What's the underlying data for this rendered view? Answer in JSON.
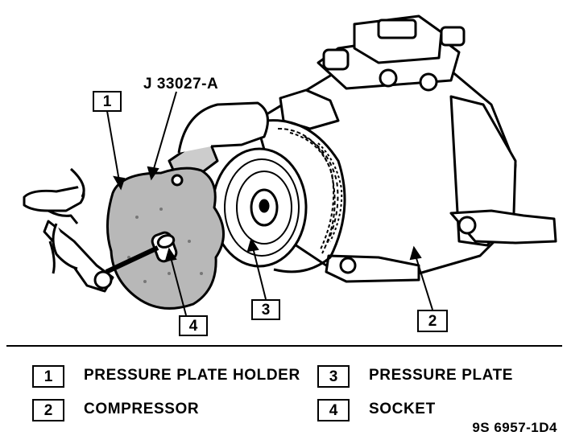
{
  "tool_label": "J 33027-A",
  "callouts": {
    "c1": "1",
    "c2": "2",
    "c3": "3",
    "c4": "4"
  },
  "legend": [
    {
      "num": "1",
      "text": "PRESSURE PLATE HOLDER"
    },
    {
      "num": "2",
      "text": "COMPRESSOR"
    },
    {
      "num": "3",
      "text": "PRESSURE PLATE"
    },
    {
      "num": "4",
      "text": "SOCKET"
    }
  ],
  "figure_code": "9S 6957-1D4"
}
